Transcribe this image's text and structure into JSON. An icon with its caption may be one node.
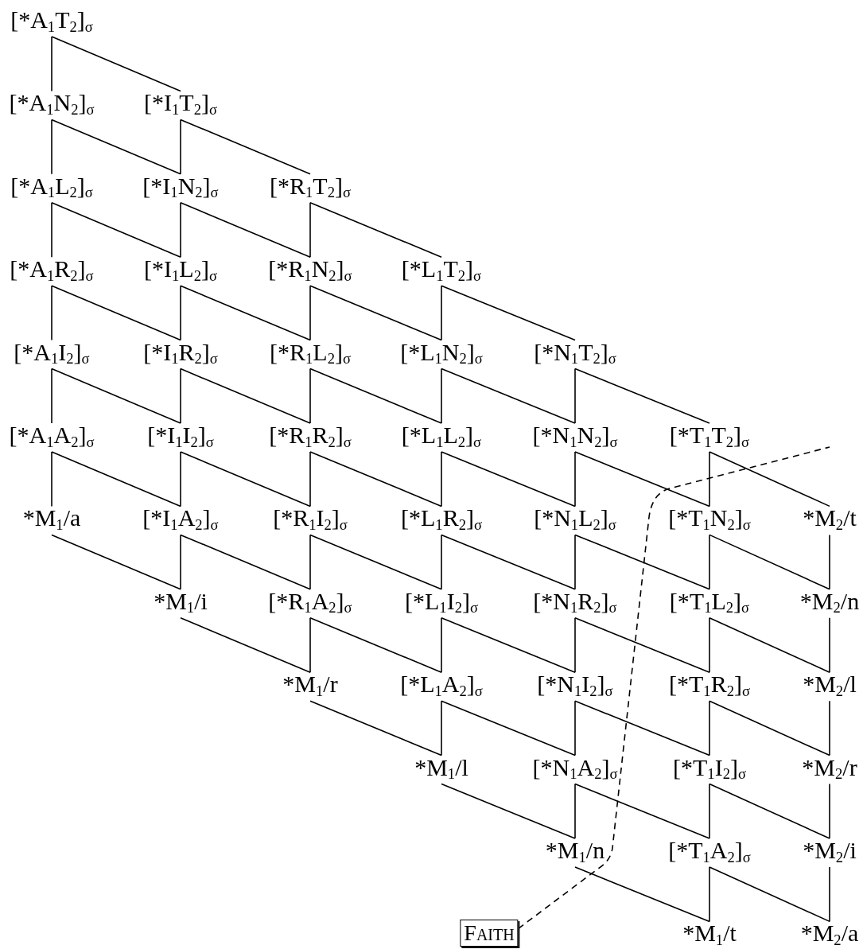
{
  "diagram": {
    "nodes": [
      {
        "text": [
          "[*A$_{1}$T$_{2}$]$_{σ}$"
        ]
      },
      {
        "text": [
          "[*A$_{1}$N$_{2}$]$_{σ}$"
        ]
      },
      {
        "text": [
          "[*I$_{1}$T$_{2}$]$_{σ}$"
        ]
      },
      {
        "text": [
          "[*A$_{1}$L$_{2}$]$_{σ}$"
        ]
      },
      {
        "text": [
          "[*I$_{1}$N$_{2}$]$_{σ}$"
        ]
      },
      {
        "text": [
          "[*R$_{1}$T$_{2}$]$_{σ}$"
        ]
      },
      {
        "text": [
          "[*A$_{1}$R$_{2}$]$_{σ}$"
        ]
      },
      {
        "text": [
          "[*I$_{1}$L$_{2}$]$_{σ}$"
        ]
      },
      {
        "text": [
          "[*R$_{1}$N$_{2}$]$_{σ}$"
        ]
      },
      {
        "text": [
          "[*L$_{1}$T$_{2}$]$_{σ}$"
        ]
      },
      {
        "text": [
          "[*A$_{1}$I$_{2}$]$_{σ}$"
        ]
      },
      {
        "text": [
          "[*I$_{1}$R$_{2}$]$_{σ}$"
        ]
      },
      {
        "text": [
          "[*R$_{1}$L$_{2}$]$_{σ}$"
        ]
      },
      {
        "text": [
          "[*L$_{1}$N$_{2}$]$_{σ}$"
        ]
      },
      {
        "text": [
          "[*N$_{1}$T$_{2}$]$_{σ}$"
        ]
      },
      {
        "text": [
          "[*A$_{1}$A$_{2}$]$_{σ}$"
        ]
      },
      {
        "text": [
          "[*I$_{1}$I$_{2}$]$_{σ}$"
        ]
      },
      {
        "text": [
          "[*R$_{1}$R$_{2}$]$_{σ}$"
        ]
      },
      {
        "text": [
          "[*L$_{1}$L$_{2}$]$_{σ}$"
        ]
      },
      {
        "text": [
          "[*N$_{1}$N$_{2}$]$_{σ}$"
        ]
      },
      {
        "text": [
          "[*T$_{1}$T$_{2}$]$_{σ}$"
        ]
      },
      {
        "text": [
          "*M$_{1}$/a"
        ]
      },
      {
        "text": [
          "[*I$_{1}$A$_{2}$]$_{σ}$"
        ]
      },
      {
        "text": [
          "[*R$_{1}$I$_{2}$]$_{σ}$"
        ]
      },
      {
        "text": [
          "[*L$_{1}$R$_{2}$]$_{σ}$"
        ]
      },
      {
        "text": [
          "[*N$_{1}$L$_{2}$]$_{σ}$"
        ]
      },
      {
        "text": [
          "[*T$_{1}$N$_{2}$]$_{σ}$"
        ]
      },
      {
        "text": [
          "*M$_{2}$/t"
        ]
      },
      {
        "text": [
          "*M$_{1}$/i"
        ]
      },
      {
        "text": [
          "[*R$_{1}$A$_{2}$]$_{σ}$"
        ]
      },
      {
        "text": [
          "[*L$_{1}$I$_{2}$]$_{σ}$"
        ]
      },
      {
        "text": [
          "[*N$_{1}$R$_{2}$]$_{σ}$"
        ]
      },
      {
        "text": [
          "[*T$_{1}$L$_{2}$]$_{σ}$"
        ]
      },
      {
        "text": [
          "*M$_{2}$/n"
        ]
      },
      {
        "text": [
          "*M$_{1}$/r"
        ]
      },
      {
        "text": [
          "[*L$_{1}$A$_{2}$]$_{σ}$"
        ]
      },
      {
        "text": [
          "[*N$_{1}$I$_{2}$]$_{σ}$"
        ]
      },
      {
        "text": [
          "[*T$_{1}$R$_{2}$]$_{σ}$"
        ]
      },
      {
        "text": [
          "*M$_{2}$/l"
        ]
      },
      {
        "text": [
          "*M$_{1}$/l"
        ]
      },
      {
        "text": [
          "[*N$_{1}$A$_{2}$]$_{σ}$"
        ]
      },
      {
        "text": [
          "[*T$_{1}$I$_{2}$]$_{σ}$"
        ]
      },
      {
        "text": [
          "*M$_{2}$/r"
        ]
      },
      {
        "text": [
          "*M$_{1}$/n"
        ]
      },
      {
        "text": [
          "[*T$_{1}$A$_{2}$]$_{σ}$"
        ]
      },
      {
        "text": [
          "*M$_{2}$/i"
        ]
      },
      {
        "text": [
          "Faith"
        ]
      },
      {
        "text": [
          "*M$_{1}$/t"
        ]
      },
      {
        "text": [
          "*M$_{2}$/a"
        ]
      }
    ],
    "edges": [
      {
        "from": 0,
        "to": 1,
        "arrow": "none"
      },
      {
        "from": 0,
        "to": 2,
        "arrow": "none"
      },
      {
        "from": 1,
        "to": 3,
        "arrow": "none"
      },
      {
        "from": 1,
        "to": 4,
        "arrow": "none"
      },
      {
        "from": 2,
        "to": 4,
        "arrow": "none"
      },
      {
        "from": 2,
        "to": 5,
        "arrow": "none"
      },
      {
        "from": 3,
        "to": 6,
        "arrow": "none"
      },
      {
        "from": 3,
        "to": 7,
        "arrow": "none"
      },
      {
        "from": 4,
        "to": 7,
        "arrow": "none"
      },
      {
        "from": 4,
        "to": 8,
        "arrow": "none"
      },
      {
        "from": 5,
        "to": 8,
        "arrow": "none"
      },
      {
        "from": 5,
        "to": 9,
        "arrow": "none"
      },
      {
        "from": 6,
        "to": 10,
        "arrow": "none"
      },
      {
        "from": 6,
        "to": 11,
        "arrow": "none"
      },
      {
        "from": 7,
        "to": 11,
        "arrow": "none"
      },
      {
        "from": 7,
        "to": 12,
        "arrow": "none"
      },
      {
        "from": 8,
        "to": 12,
        "arrow": "none"
      },
      {
        "from": 8,
        "to": 13,
        "arrow": "none"
      },
      {
        "from": 9,
        "to": 13,
        "arrow": "none"
      },
      {
        "from": 9,
        "to": 14,
        "arrow": "none"
      },
      {
        "from": 10,
        "to": 15,
        "arrow": "none"
      },
      {
        "from": 10,
        "to": 16,
        "arrow": "none"
      },
      {
        "from": 11,
        "to": 16,
        "arrow": "none"
      },
      {
        "from": 11,
        "to": 17,
        "arrow": "none"
      },
      {
        "from": 12,
        "to": 17,
        "arrow": "none"
      },
      {
        "from": 12,
        "to": 18,
        "arrow": "none"
      },
      {
        "from": 13,
        "to": 18,
        "arrow": "none"
      },
      {
        "from": 13,
        "to": 19,
        "arrow": "none"
      },
      {
        "from": 14,
        "to": 19,
        "arrow": "none"
      },
      {
        "from": 14,
        "to": 20,
        "arrow": "none"
      },
      {
        "from": 15,
        "to": 21,
        "arrow": "none"
      },
      {
        "from": 15,
        "to": 22,
        "arrow": "none"
      },
      {
        "from": 16,
        "to": 22,
        "arrow": "none"
      },
      {
        "from": 16,
        "to": 23,
        "arrow": "none"
      },
      {
        "from": 17,
        "to": 23,
        "arrow": "none"
      },
      {
        "from": 17,
        "to": 24,
        "arrow": "none"
      },
      {
        "from": 18,
        "to": 24,
        "arrow": "none"
      },
      {
        "from": 18,
        "to": 25,
        "arrow": "none"
      },
      {
        "from": 19,
        "to": 25,
        "arrow": "none"
      },
      {
        "from": 19,
        "to": 26,
        "arrow": "none"
      },
      {
        "from": 20,
        "to": 26,
        "arrow": "none"
      },
      {
        "from": 20,
        "to": 27,
        "arrow": "none"
      },
      {
        "from": 21,
        "to": 28,
        "arrow": "none"
      },
      {
        "from": 22,
        "to": 28,
        "arrow": "none"
      },
      {
        "from": 22,
        "to": 29,
        "arrow": "none"
      },
      {
        "from": 23,
        "to": 29,
        "arrow": "none"
      },
      {
        "from": 23,
        "to": 30,
        "arrow": "none"
      },
      {
        "from": 24,
        "to": 30,
        "arrow": "none"
      },
      {
        "from": 24,
        "to": 31,
        "arrow": "none"
      },
      {
        "from": 25,
        "to": 31,
        "arrow": "none"
      },
      {
        "from": 25,
        "to": 32,
        "arrow": "none"
      },
      {
        "from": 26,
        "to": 32,
        "arrow": "none"
      },
      {
        "from": 26,
        "to": 33,
        "arrow": "none"
      },
      {
        "from": 27,
        "to": 33,
        "arrow": "none"
      },
      {
        "from": 28,
        "to": 34,
        "arrow": "none"
      },
      {
        "from": 29,
        "to": 34,
        "arrow": "none"
      },
      {
        "from": 29,
        "to": 35,
        "arrow": "none"
      },
      {
        "from": 30,
        "to": 35,
        "arrow": "none"
      },
      {
        "from": 30,
        "to": 36,
        "arrow": "none"
      },
      {
        "from": 31,
        "to": 36,
        "arrow": "none"
      },
      {
        "from": 31,
        "to": 37,
        "arrow": "none"
      },
      {
        "from": 32,
        "to": 37,
        "arrow": "none"
      },
      {
        "from": 32,
        "to": 38,
        "arrow": "none"
      },
      {
        "from": 33,
        "to": 38,
        "arrow": "none"
      },
      {
        "from": 34,
        "to": 39,
        "arrow": "none"
      },
      {
        "from": 35,
        "to": 39,
        "arrow": "none"
      },
      {
        "from": 35,
        "to": 40,
        "arrow": "none"
      },
      {
        "from": 36,
        "to": 40,
        "arrow": "none"
      },
      {
        "from": 36,
        "to": 41,
        "arrow": "none"
      },
      {
        "from": 37,
        "to": 41,
        "arrow": "none"
      },
      {
        "from": 37,
        "to": 42,
        "arrow": "none"
      },
      {
        "from": 38,
        "to": 42,
        "arrow": "none"
      },
      {
        "from": 39,
        "to": 43,
        "arrow": "none"
      },
      {
        "from": 40,
        "to": 43,
        "arrow": "none"
      },
      {
        "from": 40,
        "to": 44,
        "arrow": "none"
      },
      {
        "from": 41,
        "to": 44,
        "arrow": "none"
      },
      {
        "from": 41,
        "to": 45,
        "arrow": "none"
      },
      {
        "from": 42,
        "to": 45,
        "arrow": "none"
      },
      {
        "from": 43,
        "to": 47,
        "arrow": "none"
      },
      {
        "from": 44,
        "to": 47,
        "arrow": "none"
      },
      {
        "from": 44,
        "to": 48,
        "arrow": "none"
      },
      {
        "from": 45,
        "to": 48,
        "arrow": "none"
      },
      {
        "from": 46,
        "to": null,
        "arrow": "none",
        "style": "dashed"
      }
    ]
  }
}
